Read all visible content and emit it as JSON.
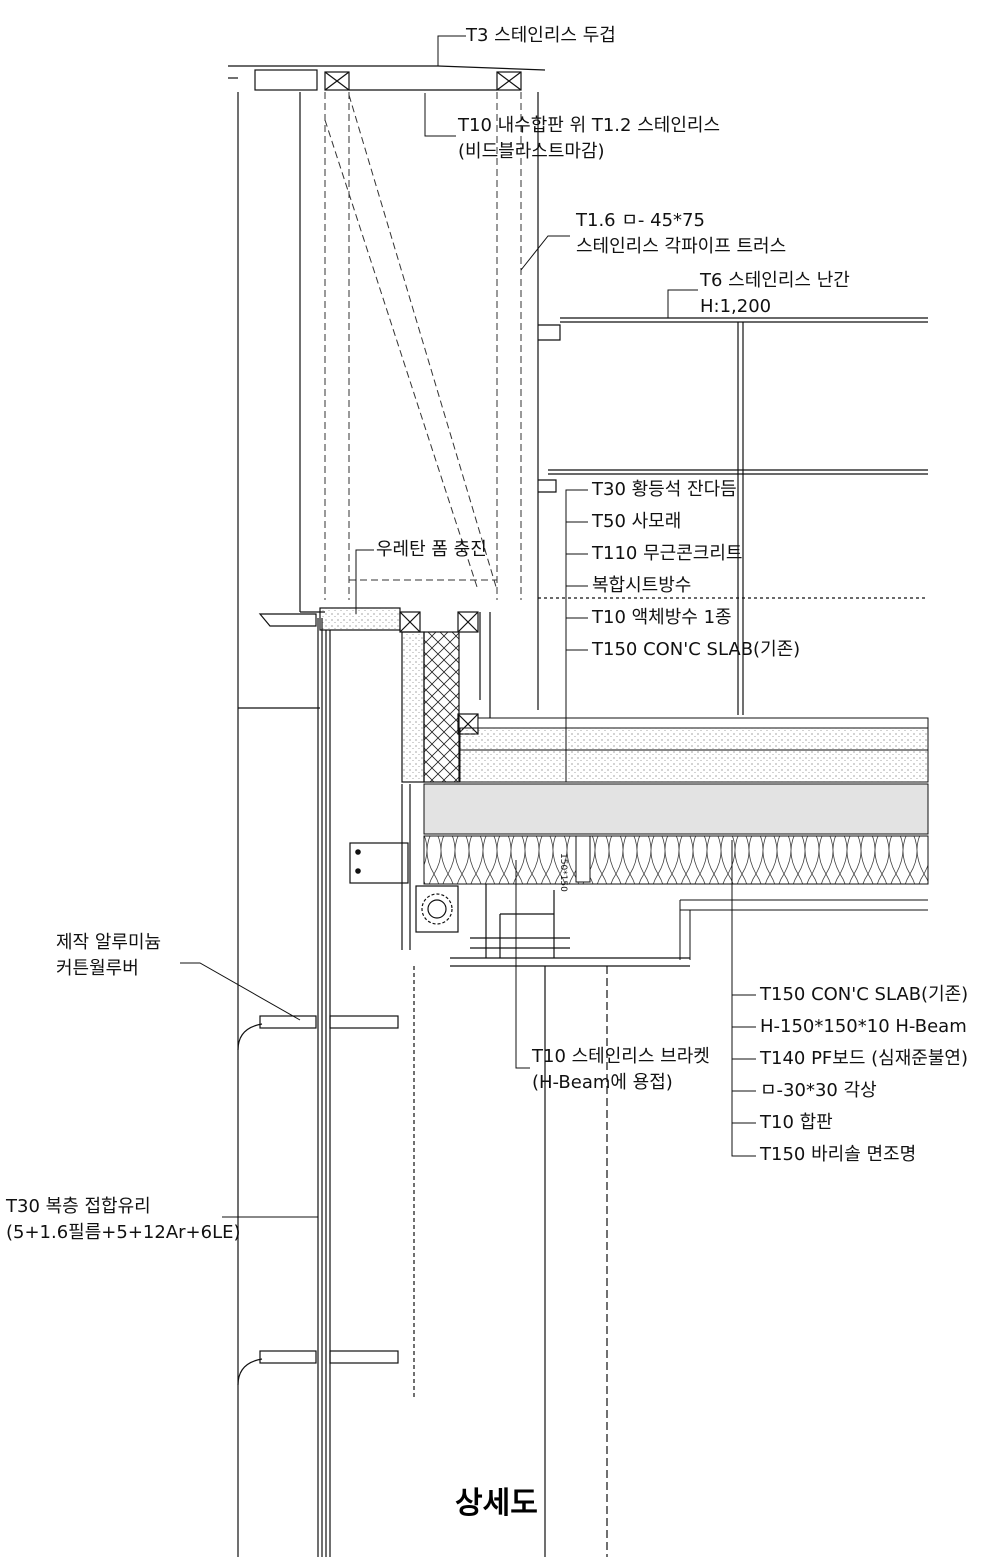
{
  "title": "상세도",
  "labels": {
    "top_cap": "T3 스테인리스 두겁",
    "plywood_1": "T10 내수합판 위 T1.2 스테인리스",
    "plywood_2": "(비드블라스트마감)",
    "truss_1": "T1.6 ㅁ- 45*75",
    "truss_2": "스테인리스 각파이프 트러스",
    "railing_1": "T6 스테인리스 난간",
    "railing_2": "H:1,200",
    "urethane": "우레탄 폼 충진",
    "louver_1": "제작 알루미늄",
    "louver_2": "커튼월루버",
    "glass_1": "T30 복층 접합유리",
    "glass_2": "(5+1.6필름+5+12Ar+6LE)",
    "bracket_1": "T10 스테인리스 브라켓",
    "bracket_2": "(H-Beam에 용접)",
    "roof_layers": [
      "T30 황등석 잔다듬",
      "T50 사모래",
      "T110 무근콘크리트",
      "복합시트방수",
      "T10 액체방수 1종",
      "T150 CON'C SLAB(기존)"
    ],
    "ceiling_layers": [
      "T150 CON'C SLAB(기존)",
      "H-150*150*10 H-Beam",
      "T140 PF보드 (심재준불연)",
      "ㅁ-30*30 각상",
      "T10 합판",
      "T150 바리솔 면조명"
    ],
    "beam_tag": "150*150"
  }
}
